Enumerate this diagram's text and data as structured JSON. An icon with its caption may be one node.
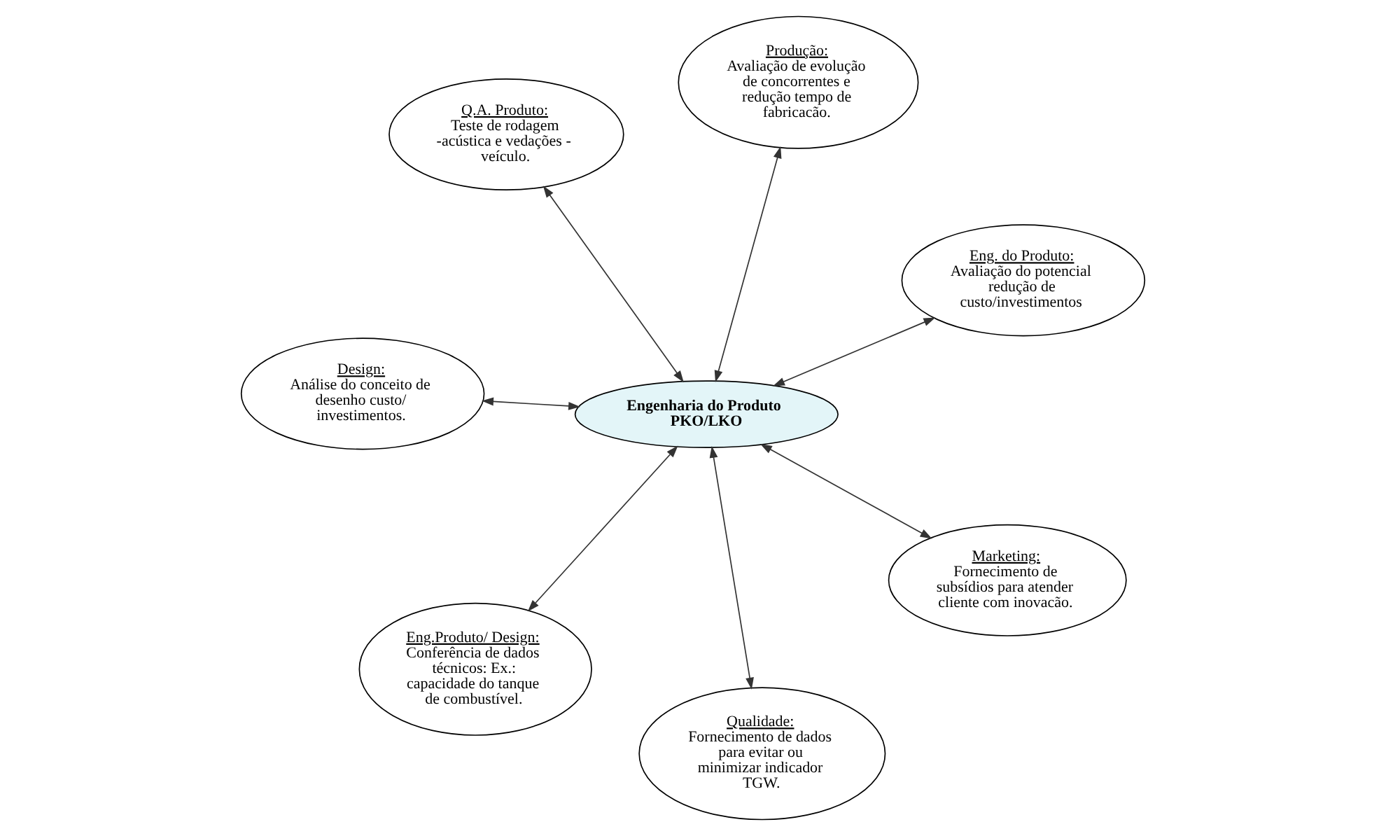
{
  "diagram": {
    "nodes": [
      {
        "text": [
          "Design:",
          "Análise do conceito de desenho custo/ investimentos."
        ]
      },
      {
        "text": [
          "Eng. do Produto:",
          "Avaliação do potencial redução de custo/investimentos"
        ]
      },
      {
        "text": [
          "Qualidade:",
          "Fornecimento de dados para evitar ou minimizar indicador TGW."
        ]
      },
      {
        "text": [
          "Produção:",
          "Avaliação de evolução de concorrentes e redução tempo de fabricacão."
        ]
      },
      {
        "text": [
          "Engenharia do Produto PKO/LKO"
        ]
      },
      {
        "text": [
          "Q.A. Produto:",
          "Teste de rodagem -acústica e vedações - veículo."
        ]
      },
      {
        "text": [
          "Eng.Produto/ Design:",
          "Conferência de dados técnicos: Ex.: capacidade do tanque de combustível."
        ]
      },
      {
        "text": [
          "Marketing:",
          "Fornecimento de subsídios para atender cliente com inovacão."
        ]
      }
    ],
    "edges": [
      {
        "from": 4,
        "to": 0,
        "arrow": "both"
      },
      {
        "from": 4,
        "to": 1,
        "arrow": "both"
      },
      {
        "from": 4,
        "to": 2,
        "arrow": "both"
      },
      {
        "from": 4,
        "to": 3,
        "arrow": "both"
      },
      {
        "from": 4,
        "to": 5,
        "arrow": "both"
      },
      {
        "from": 4,
        "to": 6,
        "arrow": "both"
      },
      {
        "from": 4,
        "to": 7,
        "arrow": "both"
      }
    ]
  }
}
